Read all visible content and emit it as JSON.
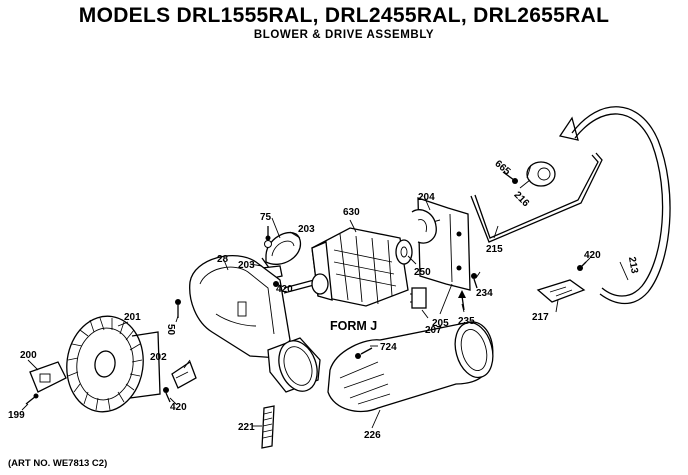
{
  "header": {
    "title": "MODELS DRL1555RAL, DRL2455RAL, DRL2655RAL",
    "subtitle": "BLOWER & DRIVE ASSEMBLY"
  },
  "labels": {
    "p75": "75",
    "p203a": "203",
    "p630": "630",
    "p204": "204",
    "p665": "665",
    "p216": "216",
    "p28": "28",
    "p203b": "203",
    "p420a": "420",
    "p250": "250",
    "p234": "234",
    "p215": "215",
    "p420b": "420",
    "p213": "213",
    "p50": "50",
    "p201": "201",
    "form": "FORM J",
    "p207": "207",
    "p205": "205",
    "p235": "235",
    "p217": "217",
    "p200": "200",
    "p202": "202",
    "p724": "724",
    "p420c": "420",
    "p199": "199",
    "p221": "221",
    "p226": "226"
  },
  "footer": {
    "art_no": "(ART NO. WE7813 C2)"
  }
}
